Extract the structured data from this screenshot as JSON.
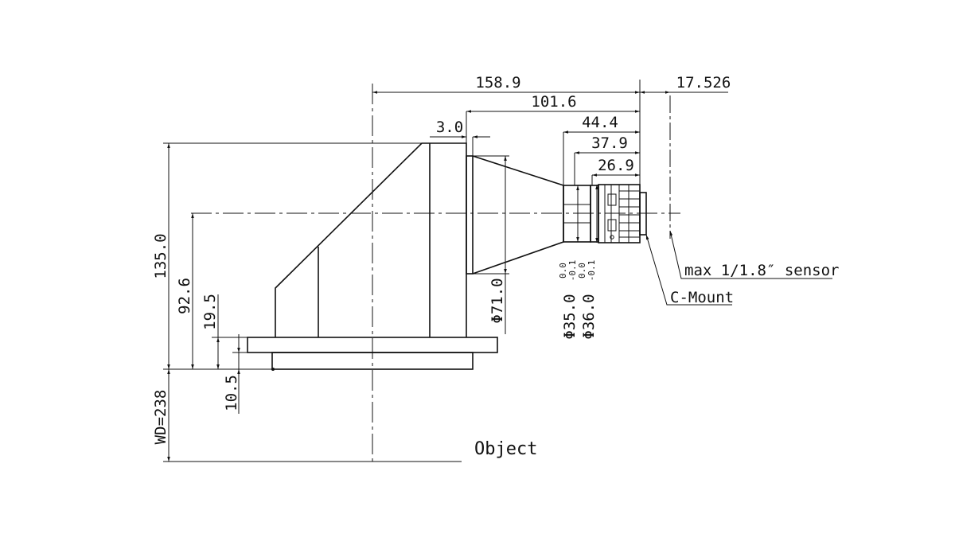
{
  "dimensions": {
    "total_length": "158.9",
    "flange_to_sensor": "17.526",
    "front_length": "101.6",
    "offset": "3.0",
    "rear_44": "44.4",
    "rear_37": "37.9",
    "rear_26": "26.9",
    "height_total": "135.0",
    "axis_height": "92.6",
    "base_19": "19.5",
    "base_10": "10.5",
    "working_distance": "WD=238",
    "dia_71": "Φ71.0",
    "dia_35": "Φ35.0",
    "dia_36": "Φ36.0",
    "tol_35_upper": "0.0",
    "tol_35_lower": "-0.1",
    "tol_36_upper": "0.0",
    "tol_36_lower": "-0.1"
  },
  "labels": {
    "sensor": "max 1/1.8″ sensor",
    "mount": "C-Mount",
    "object": "Object"
  }
}
